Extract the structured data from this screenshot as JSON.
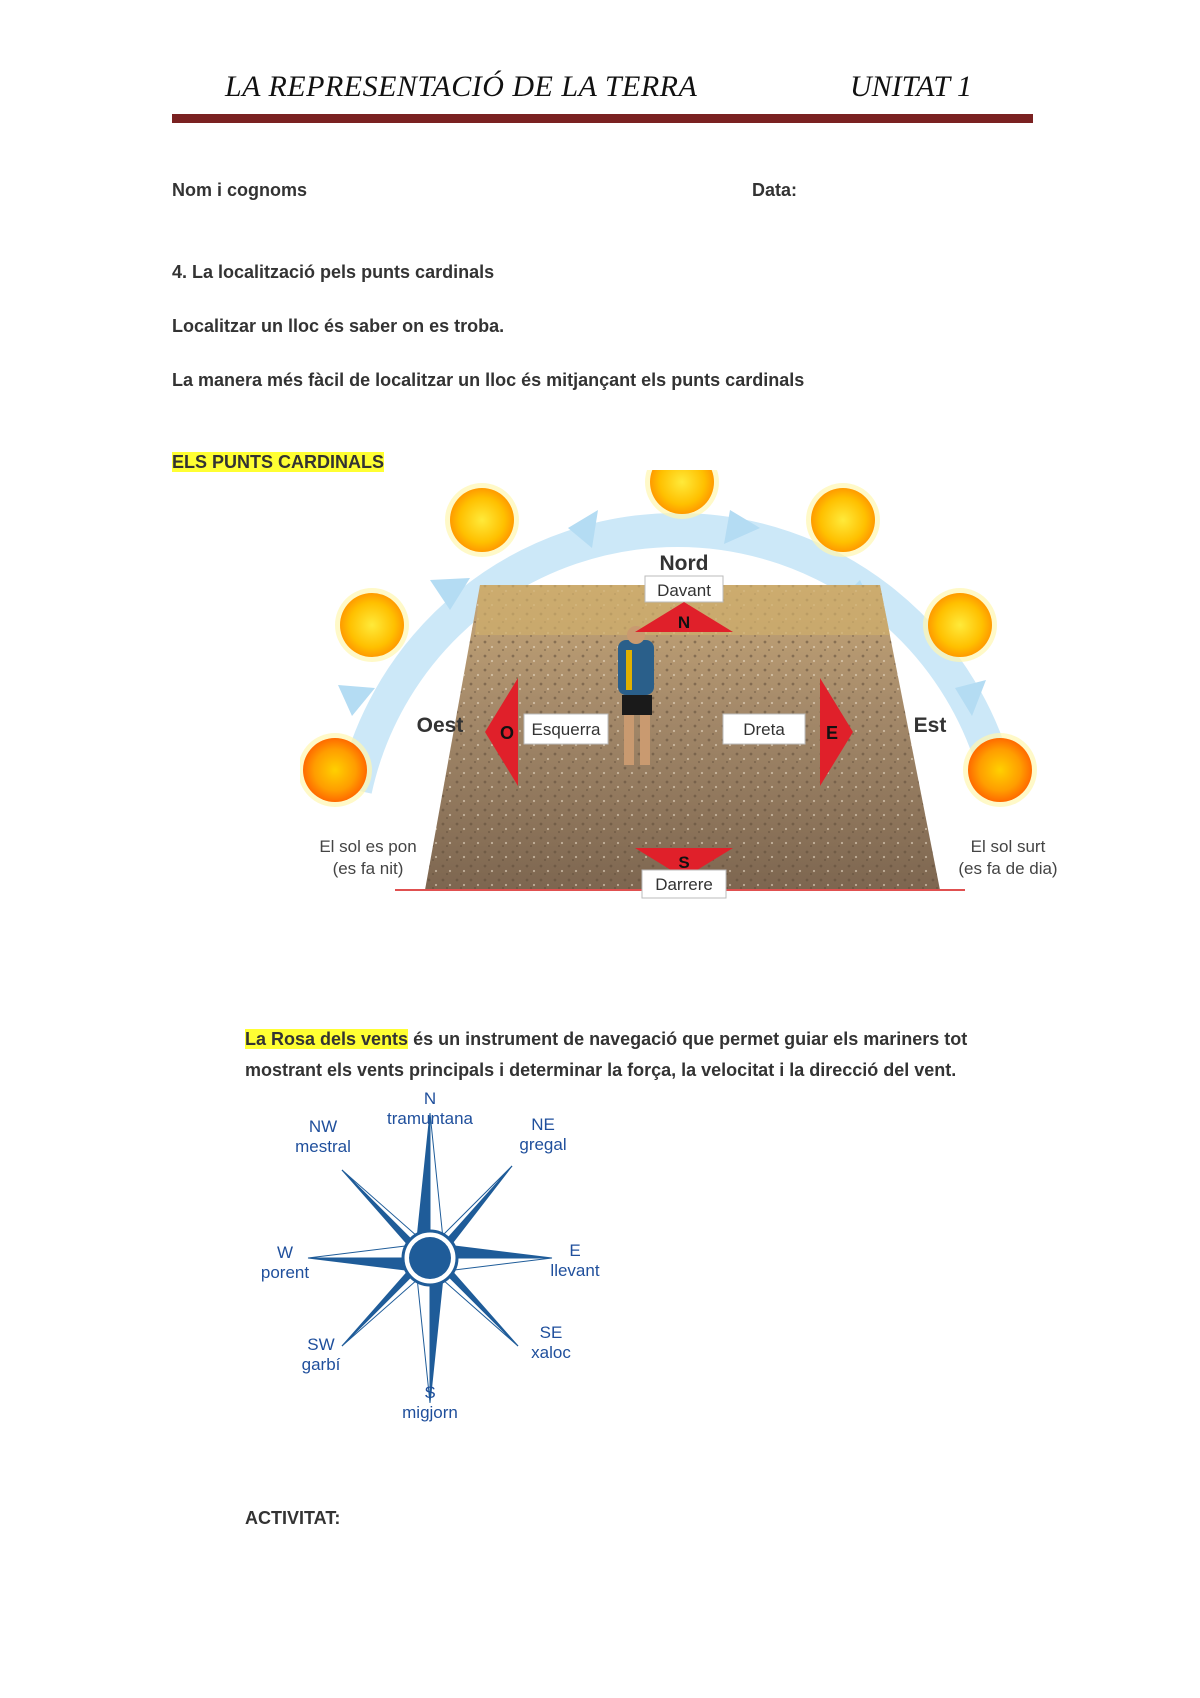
{
  "header": {
    "title": "LA REPRESENTACIÓ DE LA TERRA",
    "unit": "UNITAT 1"
  },
  "form": {
    "name_label": "Nom i cognoms",
    "date_label": "Data:"
  },
  "section": {
    "heading": "4. La localització pels punts cardinals",
    "line1": "Localitzar un lloc és saber on es troba.",
    "line2": "La manera més fàcil de localitzar un lloc és mitjançant els punts cardinals"
  },
  "cardinal": {
    "heading": "ELS PUNTS CARDINALS",
    "nord": "Nord",
    "davant": "Davant",
    "n": "N",
    "oest": "Oest",
    "o": "O",
    "esquerra": "Esquerra",
    "est": "Est",
    "e": "E",
    "dreta": "Dreta",
    "s": "S",
    "darrere": "Darrere",
    "sunset_1": "El sol es pon",
    "sunset_2": "(es fa nit)",
    "sunrise_1": "El sol surt",
    "sunrise_2": "(es fa de dia)"
  },
  "rosa": {
    "highlight": "La Rosa dels vents",
    "text_1": " és un instrument de navegació que permet guiar els mariners tot",
    "text_2": "mostrant els vents principals i determinar la força, la velocitat i la direcció del vent.",
    "n": "N",
    "n_name": "tramuntana",
    "ne": "NE",
    "ne_name": "gregal",
    "e": "E",
    "e_name": "llevant",
    "se": "SE",
    "se_name": "xaloc",
    "s": "S",
    "s_name": "migjorn",
    "sw": "SW",
    "sw_name": "garbí",
    "w": "W",
    "w_name": "porent",
    "nw": "NW",
    "nw_name": "mestral"
  },
  "activity": {
    "label": "ACTIVITAT:"
  },
  "colors": {
    "rule": "#7a2121",
    "highlight": "#ffff33",
    "compass_blue": "#1f5c99",
    "arrow_red": "#e0202a",
    "sky_arrow": "#c9e6f7",
    "sun": "#ffcc00"
  }
}
